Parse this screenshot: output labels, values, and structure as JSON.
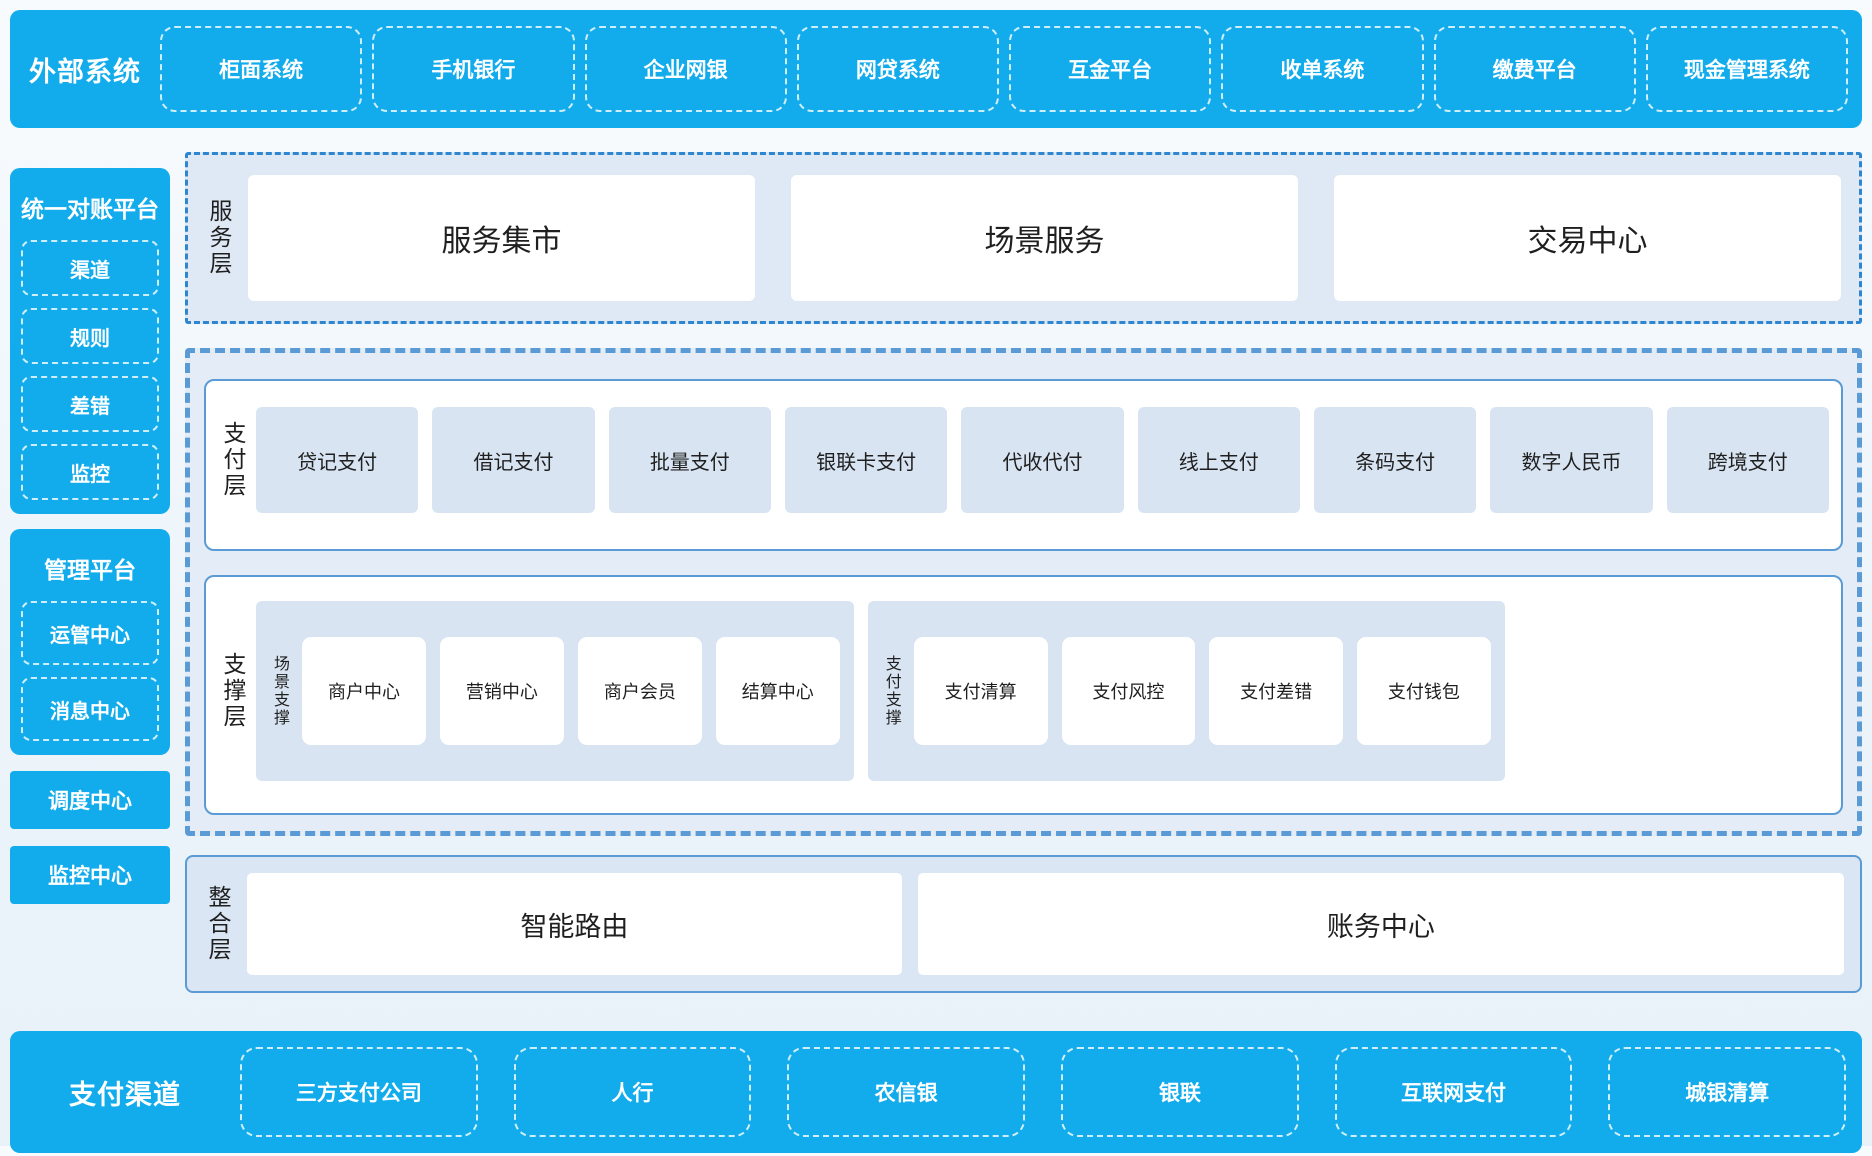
{
  "colors": {
    "bar_blue": "#12ACEC",
    "panel_bg": "#DFE9F5",
    "cell_bg": "#D8E4F2",
    "solid_border_blue": "#5B9BD5",
    "dash_dot_border_blue": "#2E86D0",
    "text_dark": "#1F1F1F",
    "text_white": "#FFFFFF"
  },
  "top_bar": {
    "title": "外部系统",
    "items": [
      "柜面系统",
      "手机银行",
      "企业网银",
      "网贷系统",
      "互金平台",
      "收单系统",
      "缴费平台",
      "现金管理系统"
    ]
  },
  "sidebar": {
    "blocks": [
      {
        "title": "统一对账平台",
        "items": [
          "渠道",
          "规则",
          "差错",
          "监控"
        ]
      },
      {
        "title": "管理平台",
        "items": [
          "运管中心",
          "消息中心"
        ]
      }
    ],
    "solo_items": [
      "调度中心",
      "监控中心"
    ]
  },
  "service_layer": {
    "label": "服务层",
    "items": [
      "服务集市",
      "场景服务",
      "交易中心"
    ]
  },
  "payment_layer": {
    "label": "支付层",
    "items": [
      "贷记支付",
      "借记支付",
      "批量支付",
      "银联卡支付",
      "代收代付",
      "线上支付",
      "条码支付",
      "数字人民币",
      "跨境支付"
    ]
  },
  "support_layer": {
    "label": "支撑层",
    "groups": [
      {
        "label": "场景支撑",
        "items": [
          "商户中心",
          "营销中心",
          "商户会员",
          "结算中心"
        ]
      },
      {
        "label": "支付支撑",
        "items": [
          "支付清算",
          "支付风控",
          "支付差错",
          "支付钱包"
        ]
      }
    ]
  },
  "integration_layer": {
    "label": "整合层",
    "items": [
      "智能路由",
      "账务中心"
    ]
  },
  "bottom_bar": {
    "title": "支付渠道",
    "items": [
      "三方支付公司",
      "人行",
      "农信银",
      "银联",
      "互联网支付",
      "城银清算"
    ]
  }
}
